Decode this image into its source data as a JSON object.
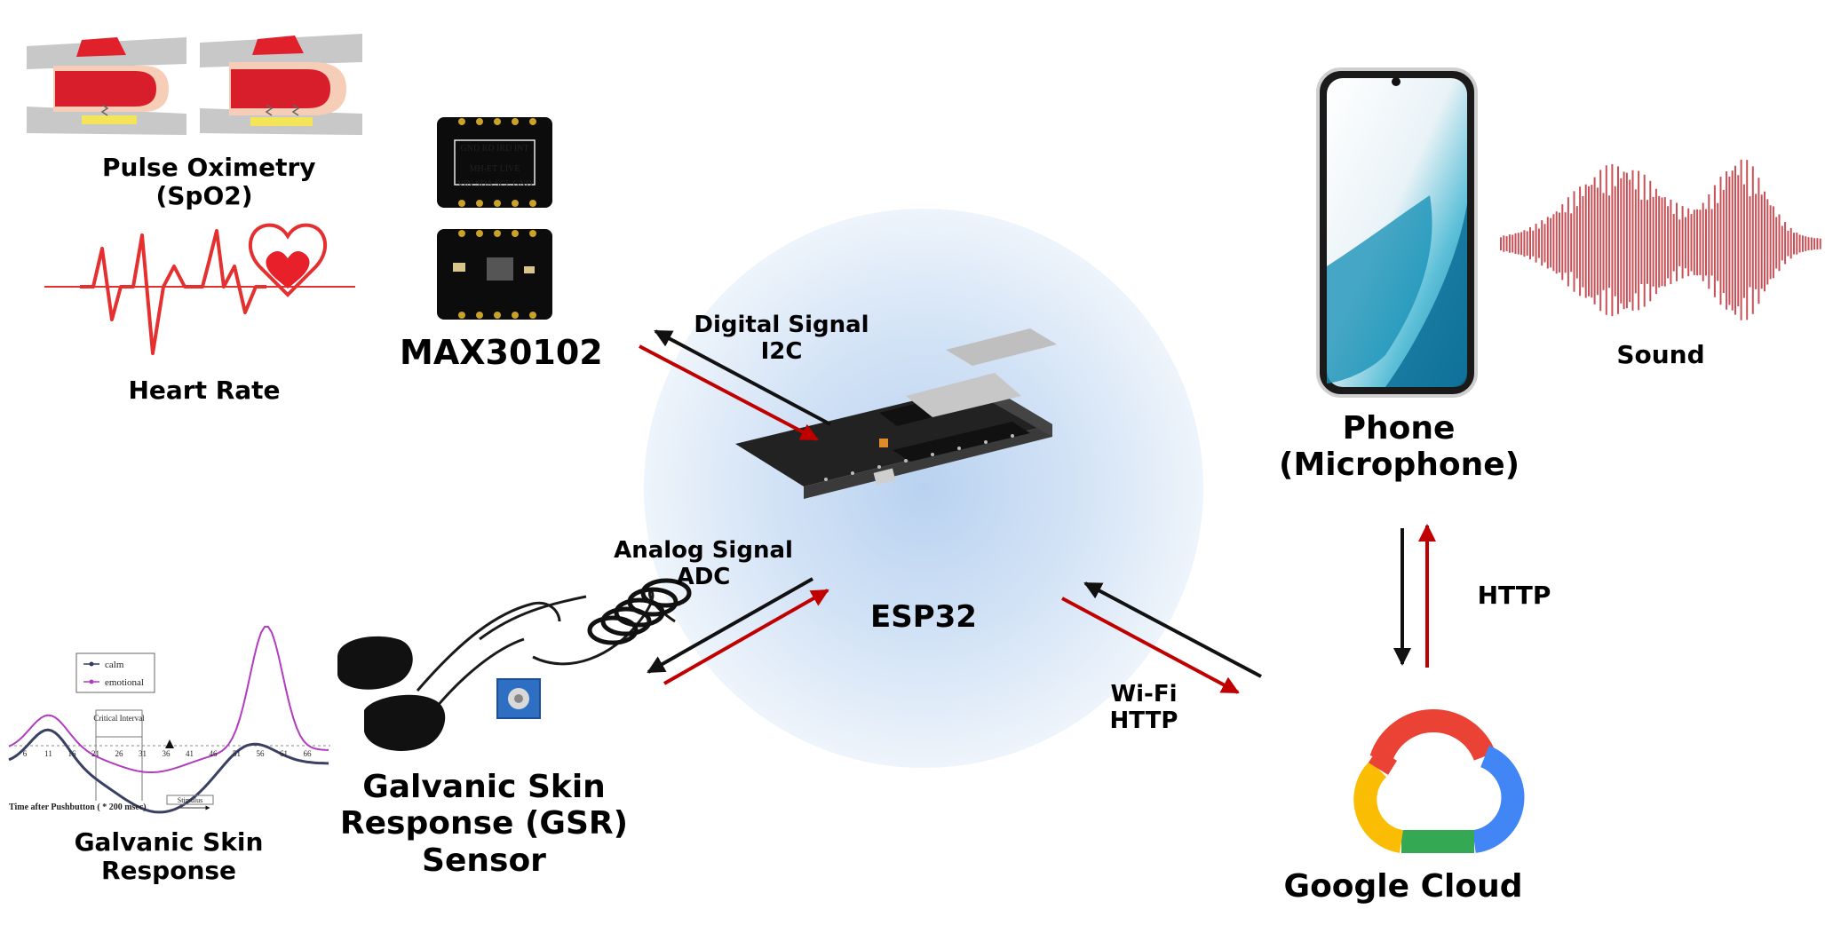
{
  "labels": {
    "pulse_ox_line1": "Pulse Oximetry",
    "pulse_ox_line2": "(SpO2)",
    "heart_rate": "Heart Rate",
    "max30102": "MAX30102",
    "digital_line1": "Digital Signal",
    "digital_line2": "I2C",
    "analog_line1": "Analog Signal",
    "analog_line2": "ADC",
    "esp32": "ESP32",
    "gsr_sensor_line1": "Galvanic Skin",
    "gsr_sensor_line2": "Response (GSR)",
    "gsr_sensor_line3": "Sensor",
    "gsr_line1": "Galvanic Skin",
    "gsr_line2": "Response",
    "phone_line1": "Phone",
    "phone_line2": "(Microphone)",
    "sound": "Sound",
    "http": "HTTP",
    "wifi_line1": "Wi-Fi",
    "wifi_line2": "HTTP",
    "google_cloud": "Google Cloud"
  },
  "gsr_chart": {
    "legend": [
      "calm",
      "emotional"
    ],
    "ticks": [
      "6",
      "11",
      "16",
      "21",
      "26",
      "31",
      "36",
      "41",
      "46",
      "51",
      "56",
      "61",
      "66"
    ],
    "critical_interval": "Critical Interval",
    "stimulus": "Stimulus",
    "xlabel": "Time after Pushbutton ( * 200 msec)"
  },
  "sensor_text": {
    "line1": "GND RD IRD INT",
    "line2": "MH-ET LIVE",
    "line3": "VIN SDA SCL GND"
  },
  "colors": {
    "arrow_black": "#111111",
    "arrow_red": "#c00000",
    "glow": "#c9dcf3",
    "google_red": "#ea4335",
    "google_yellow": "#fbbc04",
    "google_green": "#34a853",
    "google_blue": "#4285f4"
  }
}
